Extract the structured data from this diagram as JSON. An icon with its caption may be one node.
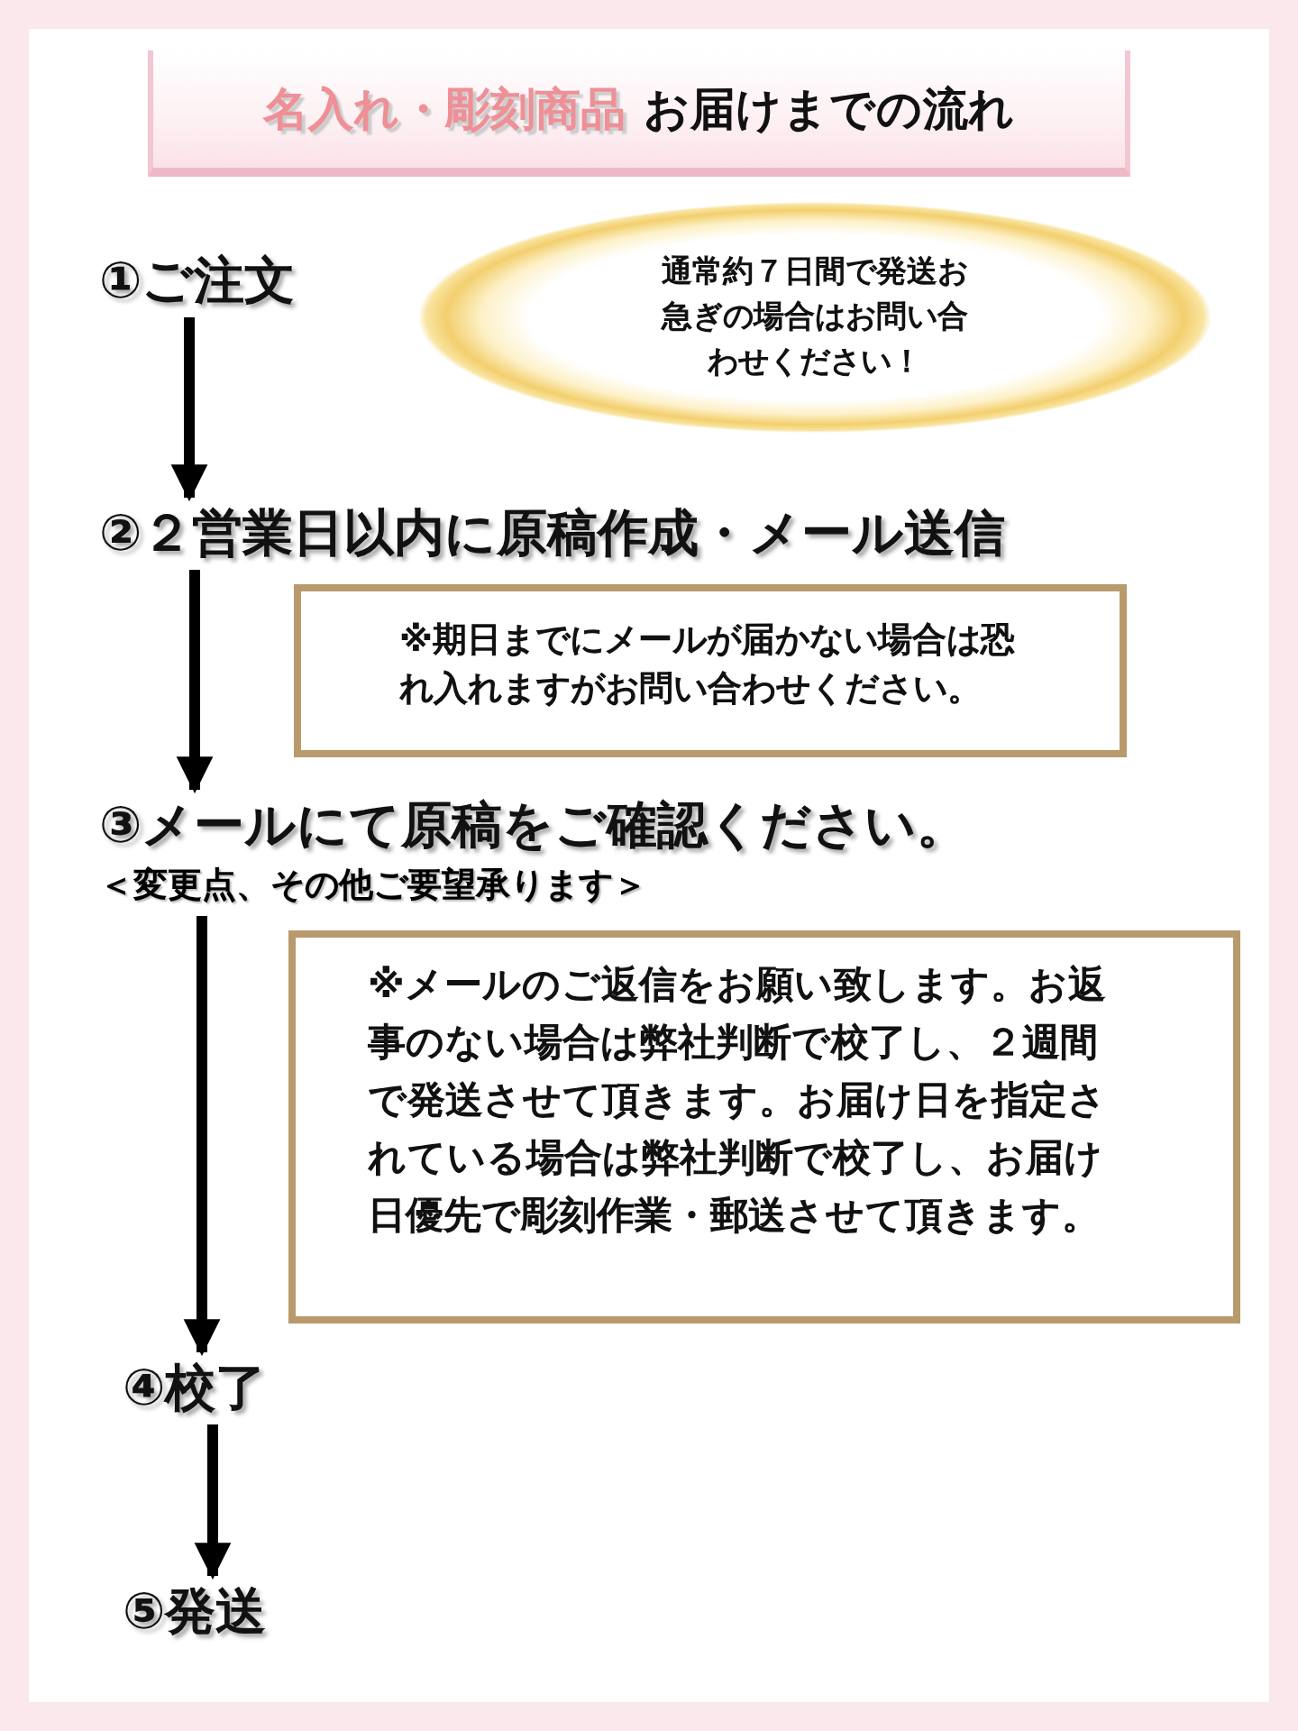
{
  "diagram": {
    "nodes": [
      {
        "text": [
          "名入れ・彫刻商品",
          "お届けまでの流れ"
        ]
      },
      {
        "text": [
          "①ご注文"
        ]
      },
      {
        "text": [
          "通常約７日間で発送お急ぎの場合はお問い合わせください！"
        ]
      },
      {
        "text": [
          "②２営業日以内に原稿作成・メール送信"
        ]
      },
      {
        "text": [
          "※期日までにメールが届かない場合は恐れ入れますがお問い合わせください。"
        ]
      },
      {
        "text": [
          "③メールにて原稿をご確認ください。"
        ],
        "beside": [
          "＜変更点、その他ご要望承ります＞"
        ]
      },
      {
        "text": [
          "※メールのご返信をお願い致します。お返事のない場合は弊社判断で校了し、２週間で発送させて頂きます。お届け日を指定されている場合は弊社判断で校了し、お届け日優先で彫刻作業・郵送させて頂きます。"
        ]
      },
      {
        "text": [
          "④校了"
        ]
      },
      {
        "text": [
          "⑤発送"
        ]
      }
    ],
    "edges": [
      {
        "from": 1,
        "to": 3,
        "arrow": "to"
      },
      {
        "from": 3,
        "to": 5,
        "arrow": "to"
      },
      {
        "from": 5,
        "to": 7,
        "arrow": "to"
      },
      {
        "from": 7,
        "to": 8,
        "arrow": "to"
      }
    ]
  }
}
